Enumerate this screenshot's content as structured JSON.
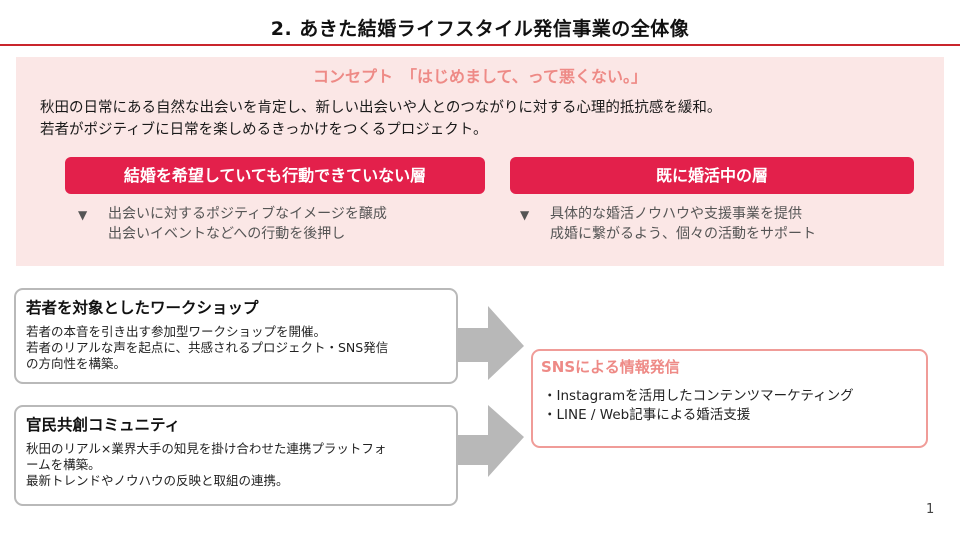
{
  "header": {
    "title": "2. あきた結婚ライフスタイル発信事業の全体像"
  },
  "concept": {
    "heading": "コンセプト　「はじめまして、って悪くない。」",
    "description": [
      "秋田の日常にある自然な出会いを肯定し、新しい出会いや人とのつながりに対する心理的抵抗感を緩和。",
      "若者がポジティブに日常を楽しめるきっかけをつくるプロジェクト。"
    ]
  },
  "segments": [
    {
      "label": "結婚を希望していても行動できていない層",
      "marker": "▼",
      "notes": [
        "出会いに対するポジティブなイメージを醸成",
        "出会いイベントなどへの行動を後押し"
      ]
    },
    {
      "label": "既に婚活中の層",
      "marker": "▼",
      "notes": [
        "具体的な婚活ノウハウや支援事業を提供",
        "成婚に繋がるよう、個々の活動をサポート"
      ]
    }
  ],
  "initiatives": [
    {
      "title": "若者を対象としたワークショップ",
      "body": [
        "若者の本音を引き出す参加型ワークショップを開催。",
        "若者のリアルな声を起点に、共感されるプロジェクト・SNS発信",
        "の方向性を構築。"
      ]
    },
    {
      "title": "官民共創コミュニティ",
      "body": [
        "秋田のリアル×業界大手の知見を掛け合わせた連携プラットフォ",
        "ームを構築。",
        "最新トレンドやノウハウの反映と取組の連携。"
      ]
    }
  ],
  "sns": {
    "title": "SNSによる情報発信",
    "items": [
      "・Instagramを活用したコンテンツマーケティング",
      "・LINE / Web記事による婚活支援"
    ]
  },
  "footer": {
    "page_number": "1"
  },
  "colors": {
    "accent_red": "#c9252c",
    "badge_red": "#e3204b",
    "panel_pink": "#fbe7e6",
    "heading_salmon": "#ee8a86",
    "arrow_gray": "#b8b8b8"
  },
  "icons": {
    "triangle_marker": "triangle-down-icon",
    "flow_arrow": "arrow-right-icon"
  }
}
